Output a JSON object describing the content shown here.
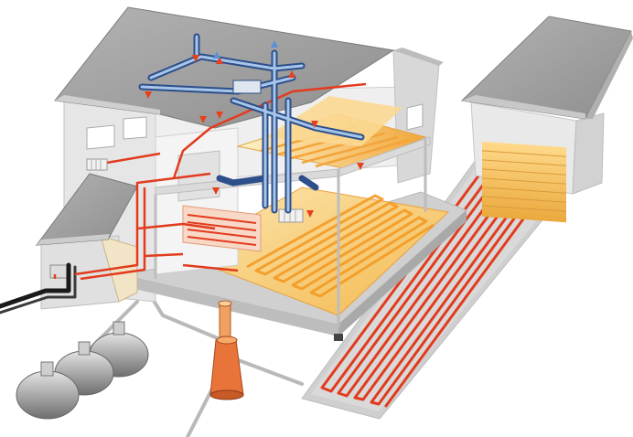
{
  "diagram": {
    "subject": "house-heating-and-ventilation-cutaway",
    "labels": [],
    "colors": {
      "background": "#ffffff",
      "roof": "#9c9c9c",
      "roof_edge": "#c8c8c8",
      "wall": "#e6e6e6",
      "wall_shade": "#cfcfcf",
      "floor": "#f6c76a",
      "floor_light": "#fbe3a6",
      "heating_pipe": "#e23b1e",
      "heating_pipe_light": "#ff7a4a",
      "vent_duct": "#2d4f8a",
      "vent_duct_light": "#8fb4e0",
      "vent_arrow_warm": "#e8401c",
      "vent_arrow_cold": "#5a8fd6",
      "tank": "#9a9a9a",
      "tank_light": "#d6d6d6",
      "ground_pipe": "#b9b9b9",
      "garage_door": "#f3c46a",
      "black_pipe": "#1a1a1a"
    },
    "components": [
      "main-house",
      "garage",
      "annex",
      "underfloor-heating-loops",
      "driveway-heating-loops",
      "ventilation-duct-network",
      "septic-tanks",
      "pump-shaft",
      "heating-boiler",
      "radiators"
    ]
  }
}
